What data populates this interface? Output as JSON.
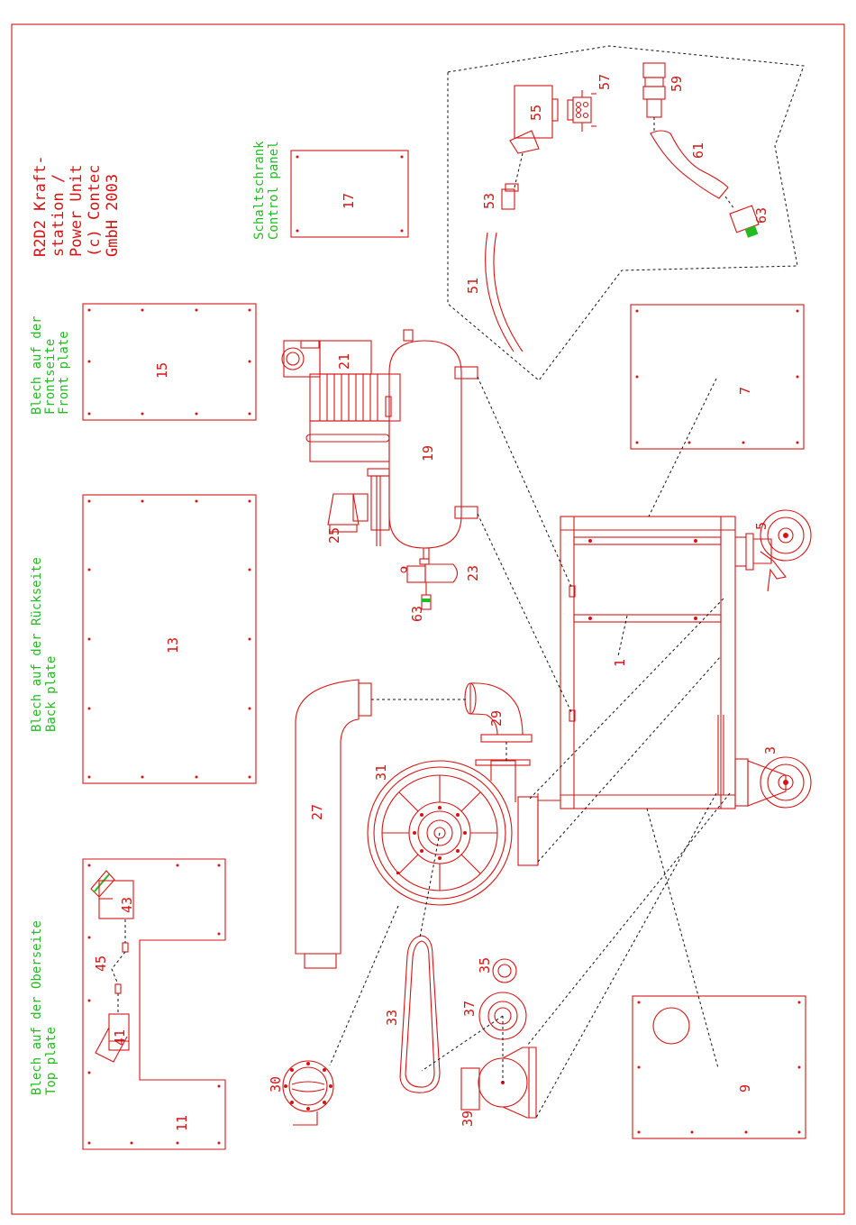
{
  "title_block": {
    "lines": [
      "R2D2 Kraft-",
      "station /",
      "Power Unit",
      "(c) Contec",
      "GmbH 2003"
    ]
  },
  "labels": {
    "top_plate": [
      "Blech auf der Oberseite",
      "Top plate"
    ],
    "back_plate": [
      "Blech auf der Rückseite",
      "Back plate"
    ],
    "front_plate": [
      "Blech auf der",
      "Frontseite",
      "Front plate"
    ],
    "control_panel": [
      "Schaltschrank",
      "Control panel"
    ]
  },
  "parts": {
    "p1": "1",
    "p3": "3",
    "p5": "5",
    "p7": "7",
    "p9": "9",
    "p11": "11",
    "p13": "13",
    "p15": "15",
    "p17": "17",
    "p19": "19",
    "p21": "21",
    "p23": "23",
    "p25": "25",
    "p27": "27",
    "p29": "29",
    "p30": "30",
    "p31": "31",
    "p33": "33",
    "p35": "35",
    "p37": "37",
    "p39": "39",
    "p41": "41",
    "p43": "43",
    "p45": "45",
    "p51": "51",
    "p53": "53",
    "p55": "55",
    "p57": "57",
    "p59": "59",
    "p61": "61",
    "p63a": "63",
    "p63b": "63"
  },
  "colors": {
    "line": "#d41414",
    "text_green": "#22bb22",
    "leader": "#111111"
  }
}
